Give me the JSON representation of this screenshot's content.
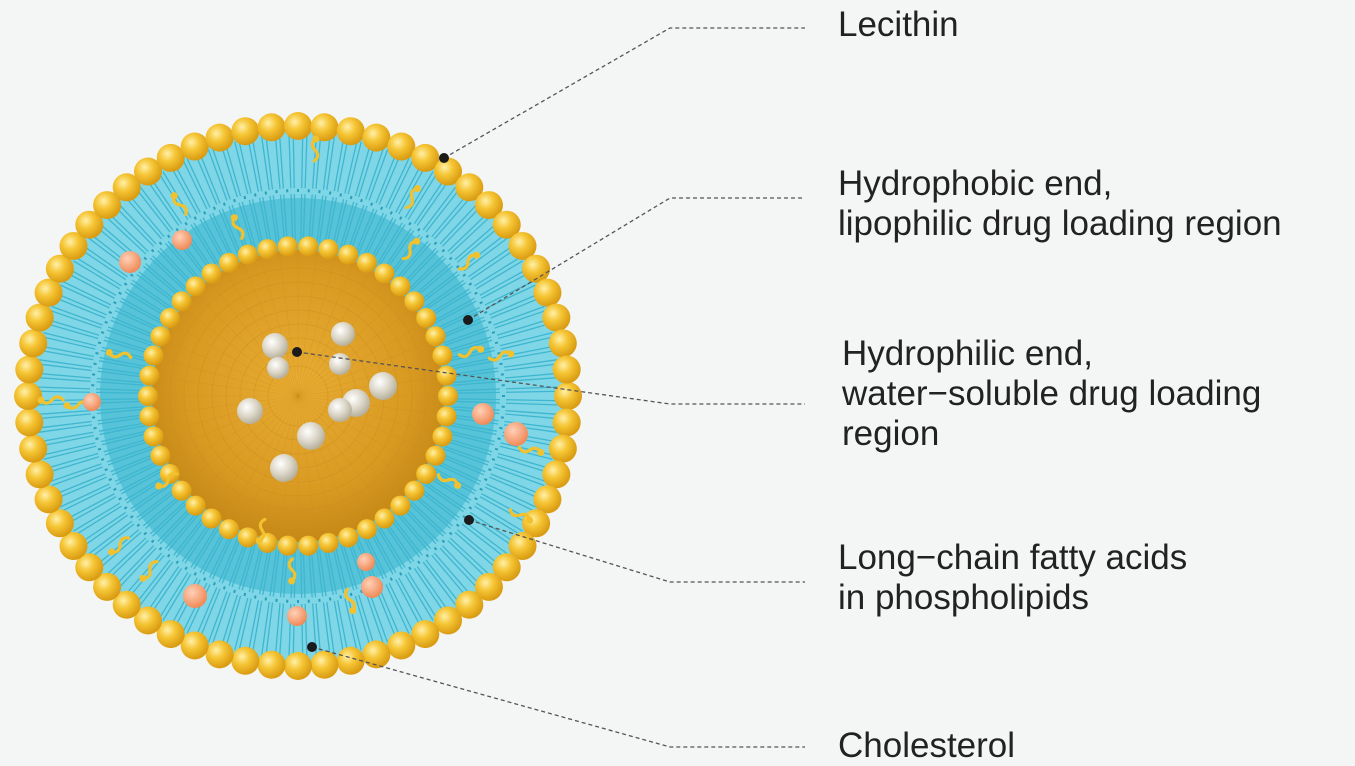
{
  "colors": {
    "background": "#f4f5f5",
    "head_groups": "#f2bb2a",
    "tails": "#5fc9dc",
    "core": "#e0a52a",
    "drug_particles": "#d9d4c6",
    "lipophilic_drug": "#f29a6e",
    "leader_line": "#555555"
  },
  "labels": {
    "lecithin": {
      "lines": [
        "Lecithin"
      ]
    },
    "hydrophobic": {
      "lines": [
        "Hydrophobic end,",
        "lipophilic drug loading region"
      ]
    },
    "hydrophilic": {
      "lines": [
        "Hydrophilic end,",
        "water−soluble drug loading",
        "region"
      ]
    },
    "fatty_acids": {
      "lines": [
        "Long−chain fatty acids",
        "in phospholipids"
      ]
    },
    "cholesterol": {
      "lines": [
        "Cholesterol"
      ]
    }
  }
}
